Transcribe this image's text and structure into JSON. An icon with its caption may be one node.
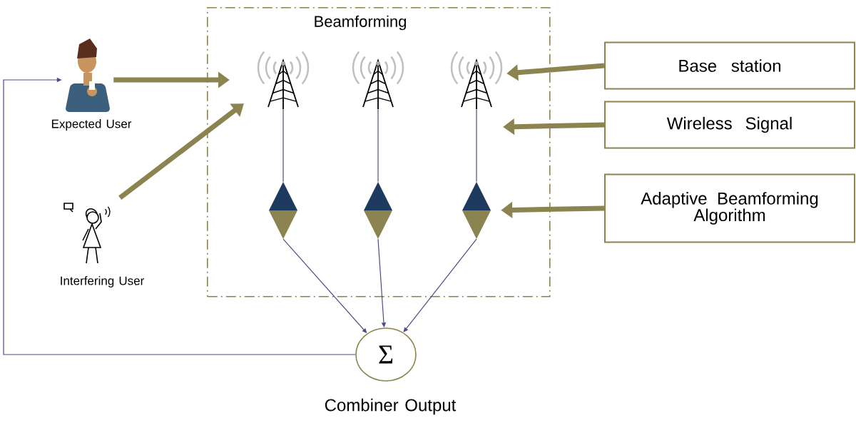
{
  "diagram": {
    "nodes": [
      {
        "text": [
          "Beamforming"
        ]
      },
      {
        "text": [],
        "shape": "picture",
        "in": 0
      },
      {
        "text": [],
        "shape": "picture",
        "in": 0
      },
      {
        "text": [],
        "shape": "picture",
        "in": 0
      },
      {
        "text": [],
        "shape": "diamond",
        "in": 0
      },
      {
        "text": [],
        "shape": "diamond",
        "in": 0
      },
      {
        "text": [],
        "shape": "diamond",
        "in": 0
      },
      {
        "text": [
          "Expected User"
        ]
      },
      {
        "text": [
          "Interfering User"
        ]
      },
      {
        "text": [
          "Σ"
        ],
        "beside": [
          "Combiner Output"
        ]
      },
      {
        "text": [
          "Base station"
        ]
      },
      {
        "text": [
          "Wireless Signal"
        ]
      },
      {
        "text": [
          "Adaptive Beamforming Algorithm"
        ]
      }
    ],
    "edges": [
      {
        "from": 7,
        "to": null,
        "arrow": "to",
        "style": "thick",
        "color": "#8c8450"
      },
      {
        "from": 8,
        "to": null,
        "arrow": "to",
        "style": "thick",
        "color": "#8c8450"
      },
      {
        "from": 10,
        "to": 3,
        "arrow": "to",
        "style": "thick",
        "color": "#8c8450"
      },
      {
        "from": 11,
        "to": null,
        "arrow": "to",
        "style": "thick",
        "color": "#8c8450"
      },
      {
        "from": 12,
        "to": 6,
        "arrow": "to",
        "style": "thick",
        "color": "#8c8450"
      },
      {
        "from": 1,
        "to": 4,
        "arrow": "none"
      },
      {
        "from": 2,
        "to": 5,
        "arrow": "none"
      },
      {
        "from": 3,
        "to": 6,
        "arrow": "none"
      },
      {
        "from": 4,
        "to": 9,
        "arrow": "to"
      },
      {
        "from": 5,
        "to": 9,
        "arrow": "to"
      },
      {
        "from": 6,
        "to": 9,
        "arrow": "to"
      },
      {
        "from": 9,
        "to": 7,
        "arrow": "to"
      }
    ]
  }
}
